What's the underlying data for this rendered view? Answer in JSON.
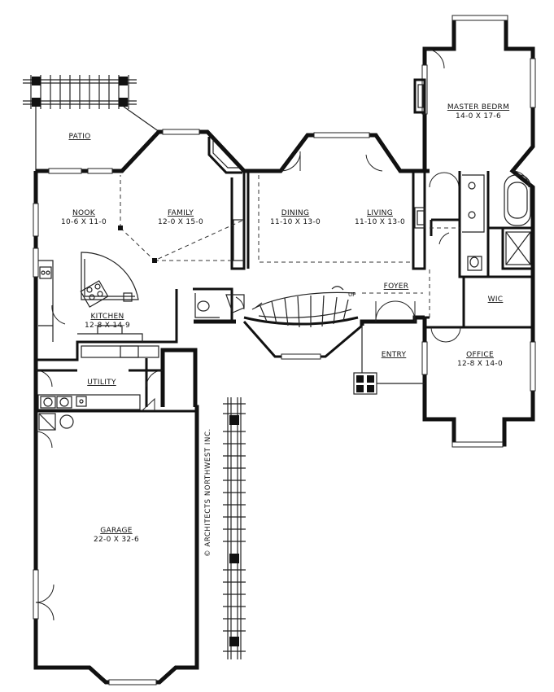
{
  "rooms": {
    "patio": {
      "name": "PATIO",
      "dims": ""
    },
    "nook": {
      "name": "NOOK",
      "dims": "10-6 X 11-0"
    },
    "family": {
      "name": "FAMILY",
      "dims": "12-0 X 15-0"
    },
    "dining": {
      "name": "DINING",
      "dims": "11-10 X 13-0"
    },
    "living": {
      "name": "LIVING",
      "dims": "11-10 X 13-0"
    },
    "master": {
      "name": "MASTER BEDRM",
      "dims": "14-0 X 17-6"
    },
    "foyer": {
      "name": "FOYER",
      "dims": ""
    },
    "wic": {
      "name": "WIC",
      "dims": ""
    },
    "kitchen": {
      "name": "KITCHEN",
      "dims": "12-8 X 14-9"
    },
    "entry": {
      "name": "ENTRY",
      "dims": ""
    },
    "office": {
      "name": "OFFICE",
      "dims": "12-8 X 14-0"
    },
    "utility": {
      "name": "UTILITY",
      "dims": ""
    },
    "garage": {
      "name": "GARAGE",
      "dims": "22-0 X 32-6"
    }
  },
  "stair_label": "UP",
  "credit": "© ARCHITECTS NORTHWEST INC.",
  "colors": {
    "ink": "#111111",
    "paper": "#ffffff"
  }
}
